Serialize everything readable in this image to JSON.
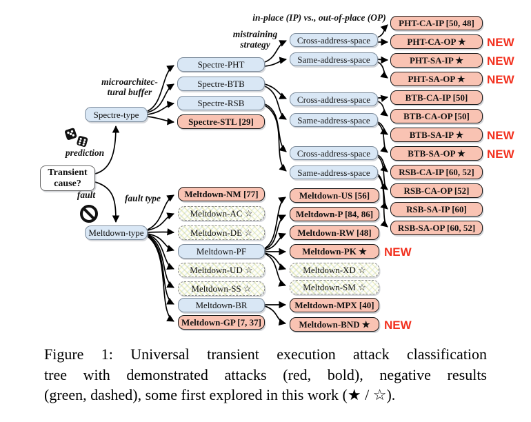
{
  "colors": {
    "attack_fill": "#f9c3b3",
    "attack_border": "#181818",
    "decision_fill": "#d9e7f5",
    "decision_border": "#7d8c9c",
    "negative_dash_border": "#8a8a8a",
    "new_label_color": "#f2301e",
    "edge_color": "#000000"
  },
  "icons": {
    "prediction_icon": "dice-icon",
    "fault_icon": "no-entry-icon"
  },
  "annotations": {
    "ip_op": "in-place (IP) vs., out-of-place (OP)",
    "mistraining_line1": "mistraining",
    "mistraining_line2": "strategy",
    "microarch_line1": "microarchitec-",
    "microarch_line2": "tural buffer",
    "prediction": "prediction",
    "fault": "fault",
    "fault_type": "fault type",
    "new_label": "NEW"
  },
  "root": {
    "line1": "Transient",
    "line2": "cause?"
  },
  "types": {
    "spectre": "Spectre-type",
    "meltdown": "Meltdown-type"
  },
  "strategies": {
    "cross": "Cross-address-space",
    "same": "Same-address-space"
  },
  "spectre_children": [
    {
      "label": "Spectre-PHT"
    },
    {
      "label": "Spectre-BTB"
    },
    {
      "label": "Spectre-RSB"
    },
    {
      "label": "Spectre-STL [29]"
    }
  ],
  "variants": [
    {
      "label": "PHT-CA-IP [50, 48]",
      "new": false
    },
    {
      "label": "PHT-CA-OP ★",
      "new": true
    },
    {
      "label": "PHT-SA-IP ★",
      "new": true
    },
    {
      "label": "PHT-SA-OP ★",
      "new": true
    },
    {
      "label": "BTB-CA-IP [50]",
      "new": false
    },
    {
      "label": "BTB-CA-OP [50]",
      "new": false
    },
    {
      "label": "BTB-SA-IP ★",
      "new": true
    },
    {
      "label": "BTB-SA-OP ★",
      "new": true
    },
    {
      "label": "RSB-CA-IP [60, 52]",
      "new": false
    },
    {
      "label": "RSB-CA-OP [52]",
      "new": false
    },
    {
      "label": "RSB-SA-IP [60]",
      "new": false
    },
    {
      "label": "RSB-SA-OP [60, 52]",
      "new": false
    }
  ],
  "meltdown_children": [
    {
      "label": "Meltdown-NM [77]",
      "kind": "attack"
    },
    {
      "label": "Meltdown-AC ☆",
      "kind": "negative"
    },
    {
      "label": "Meltdown-DE ☆",
      "kind": "negative"
    },
    {
      "label": "Meltdown-PF",
      "kind": "decision"
    },
    {
      "label": "Meltdown-UD ☆",
      "kind": "negative"
    },
    {
      "label": "Meltdown-SS ☆",
      "kind": "negative"
    },
    {
      "label": "Meltdown-BR",
      "kind": "decision"
    },
    {
      "label": "Meltdown-GP [7, 37]",
      "kind": "attack"
    }
  ],
  "meltdown_grandchildren": [
    {
      "label": "Meltdown-US [56]",
      "kind": "attack",
      "new": false
    },
    {
      "label": "Meltdown-P [84, 86]",
      "kind": "attack",
      "new": false
    },
    {
      "label": "Meltdown-RW [48]",
      "kind": "attack",
      "new": false
    },
    {
      "label": "Meltdown-PK ★",
      "kind": "attack",
      "new": true
    },
    {
      "label": "Meltdown-XD ☆",
      "kind": "negative",
      "new": false
    },
    {
      "label": "Meltdown-SM ☆",
      "kind": "negative",
      "new": false
    },
    {
      "label": "Meltdown-MPX [40]",
      "kind": "attack",
      "new": false
    },
    {
      "label": "Meltdown-BND ★",
      "kind": "attack",
      "new": true
    }
  ],
  "caption": {
    "line1": "Figure 1: Universal transient execution attack classification",
    "line2": "tree with demonstrated attacks (red, bold), negative results",
    "line3": "(green, dashed), some first explored in this work (★ / ☆)."
  }
}
